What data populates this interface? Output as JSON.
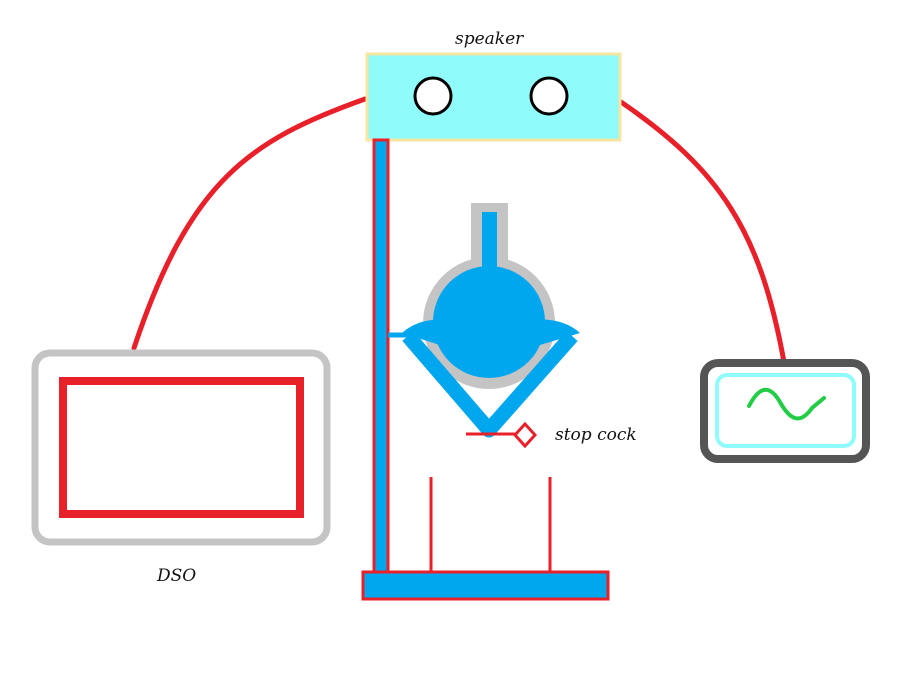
{
  "labels": {
    "speaker": "speaker",
    "stop_cock": "stop cock",
    "dso": "DSO"
  },
  "colors": {
    "wire": "#e8202a",
    "speaker_fill": "#8ffbfb",
    "speaker_border": "#f5e6a0",
    "flask_blue": "#00a6ee",
    "flask_outline": "#c4c4c4",
    "dso_outer": "#c4c4c4",
    "generator_frame": "#555555",
    "generator_screen": "#8ffbfb",
    "wave": "#22cc44"
  },
  "components": [
    "speaker",
    "DSO",
    "signal-generator",
    "flask",
    "stand",
    "stop cock"
  ]
}
